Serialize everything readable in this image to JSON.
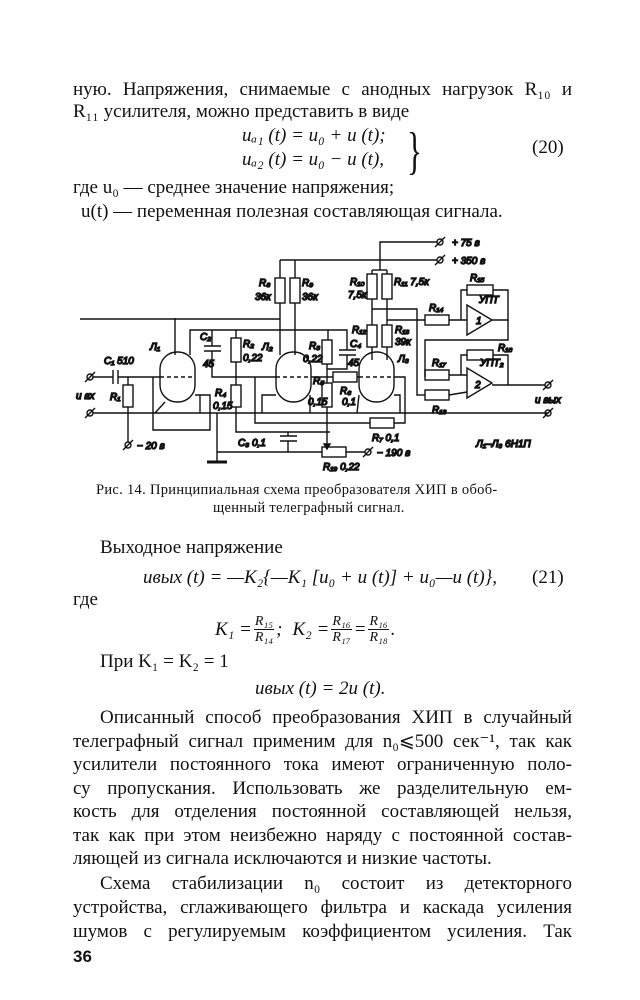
{
  "top_text": {
    "lines": [
      "ную. Напряжения, снимаемые с анодных нагрузок R₁₀ и",
      "R₁₁ усилителя, можно представить в виде"
    ]
  },
  "equation20": {
    "line1": "uₐ₁ (t) = u₀ + u (t);",
    "line2": "uₐ₂ (t) = u₀ − u (t),",
    "number": "(20)"
  },
  "where20": {
    "line1": "где u₀ — среднее значение напряжения;",
    "line2": "u(t) — переменная полезная составляющая сигнала."
  },
  "circuit": {
    "labels": {
      "v75": "+ 75 в",
      "v350": "+ 350 в",
      "v20": "− 20 в",
      "v190": "− 190 в",
      "c1": "C₁ 510",
      "r1": "R₁",
      "u_in": "u вх",
      "l1": "Л₁",
      "c2": "C₂",
      "c2v": "45",
      "r2": "R₂",
      "r2v": "0,22",
      "r4": "R₄",
      "r4v": "0,15",
      "l2": "Л₂",
      "r8": "R₈",
      "r8v": "36к",
      "r9": "R₉",
      "r9v": "36к",
      "r3": "R₃",
      "r3v": "0,22",
      "c4": "C₄",
      "c4v": "45",
      "r5": "R₅",
      "r5v": "0,15",
      "r6": "R₆",
      "r6v": "0,1",
      "l3": "Л₃",
      "r10": "R₁₀",
      "r10v": "7,5к",
      "r11": "R₁₁ 7,5к",
      "r12": "R₁₂",
      "r13": "R₁₃",
      "r13v": "39к",
      "r14": "R₁₄",
      "r15": "R₁₅",
      "r16": "R₁₆",
      "r17": "R₁₇",
      "r18": "R₁₈",
      "upt1": "УПТ",
      "upt2": "УПТ₂",
      "amp1": "1",
      "amp2": "2",
      "u_out": "u вых",
      "c3": "C₃ 0,1",
      "r7": "R₇ 0,1",
      "r19": "R₁₉ 0,22",
      "tubes": "Л₁–Л₃ 6Н1П"
    }
  },
  "caption": {
    "line1": "Рис. 14. Принципиальная схема преобразователя ХИП в обоб-",
    "line2": "щенный телеграфный сигнал."
  },
  "middle_text": {
    "output_voltage": "Выходное напряжение",
    "eq21": "uвых (t) = —K₂{—K₁ [u₀ + u (t)] + u₀—u (t)},",
    "eq21_number": "(21)",
    "where": "где",
    "k1": "K₁ =",
    "k1_num": "R₁₅",
    "k1_den": "R₁₄",
    "sep": ";",
    "k2": "K₂ =",
    "k2_num": "R₁₆",
    "k2_den": "R₁₇",
    "eq_sign": "=",
    "k2b_num": "R₁₆",
    "k2b_den": "R₁₈",
    "period": ".",
    "when": "При K₁ = K₂ = 1",
    "result": "uвых (t) = 2u (t)."
  },
  "bottom_text": {
    "lines": [
      "Описанный способ преобразования ХИП в случайный",
      "телеграфный сигнал применим для n₀⩽500 сек⁻¹, так как",
      "усилители постоянного тока имеют ограниченную поло-",
      "су пропускания. Использовать же разделительную ем-",
      "кость для отделения постоянной составляющей нельзя,",
      "так как при этом неизбежно наряду с постоянной состав-",
      "ляющей из сигнала исключаются и низкие частоты.",
      "Схема стабилизации n₀ состоит из детекторного",
      "устройства, сглаживающего фильтра и каскада усиления",
      "шумов с регулируемым коэффициентом усиления. Так"
    ]
  },
  "page_number": "36"
}
